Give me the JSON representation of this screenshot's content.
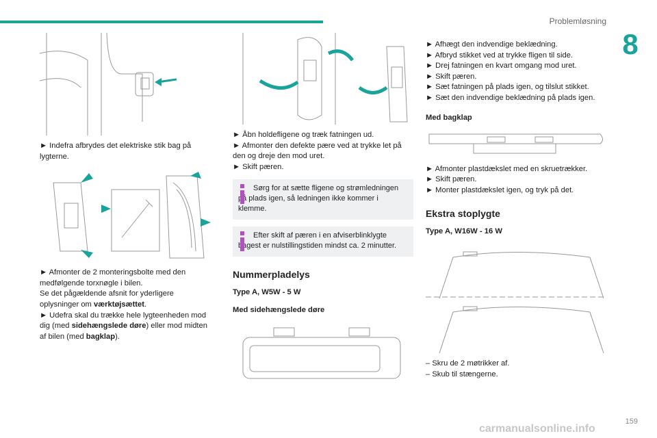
{
  "header": {
    "section_title": "Problemløsning",
    "chapter_number": "8",
    "page_number": "159"
  },
  "col1": {
    "p1": "► Indefra afbrydes det elektriske stik bag på lygterne.",
    "p2_line1": "► Afmonter de 2 monteringsbolte med den medfølgende torxnøgle i bilen.",
    "p2_line2a": "Se det pågældende afsnit for yderligere oplysninger om ",
    "p2_line2b": "værktøjsættet",
    "p2_line2c": ".",
    "p2_line3a": "► Udefra skal du trække hele lygteenheden mod dig (med ",
    "p2_line3b": "sidehængslede døre",
    "p2_line3c": ") eller mod midten af bilen (med ",
    "p2_line3d": "bagklap",
    "p2_line3e": ")."
  },
  "col2": {
    "step1": "► Åbn holdefligene og træk fatningen ud.",
    "step2": "► Afmonter den defekte pære ved at trykke let på den og dreje den mod uret.",
    "step3": "► Skift pæren.",
    "note1": "Sørg for at sætte fligene og strømledningen på plads igen, så ledningen ikke kommer i klemme.",
    "note2": "Efter skift af pæren i en afviserblinklygte bagest er nulstillingstiden mindst ca. 2 minutter.",
    "heading": "Nummerpladelys",
    "type": "Type A, W5W - 5 W",
    "sub": "Med sidehængslede døre"
  },
  "col3": {
    "s1": "► Afhægt den indvendige beklædning.",
    "s2": "► Afbryd stikket ved at trykke fligen til side.",
    "s3": "► Drej fatningen en kvart omgang mod uret.",
    "s4": "► Skift pæren.",
    "s5": "► Sæt fatningen på plads igen, og tilslut stikket.",
    "s6": "► Sæt den indvendige beklædning på plads igen.",
    "sub1": "Med bagklap",
    "t1": "► Afmonter plastdækslet med en skruetrækker.",
    "t2": "► Skift pæren.",
    "t3": "► Monter plastdækslet igen, og tryk på det.",
    "heading": "Ekstra stoplygte",
    "type": "Type A, W16W - 16 W",
    "u1": "– Skru de 2 møtrikker af.",
    "u2": "– Skub til stængerne."
  },
  "watermark": "carmanualsonline.info",
  "colors": {
    "accent": "#1aa39a",
    "note_bg": "#eef0f2",
    "icon": "#b44ec4"
  }
}
